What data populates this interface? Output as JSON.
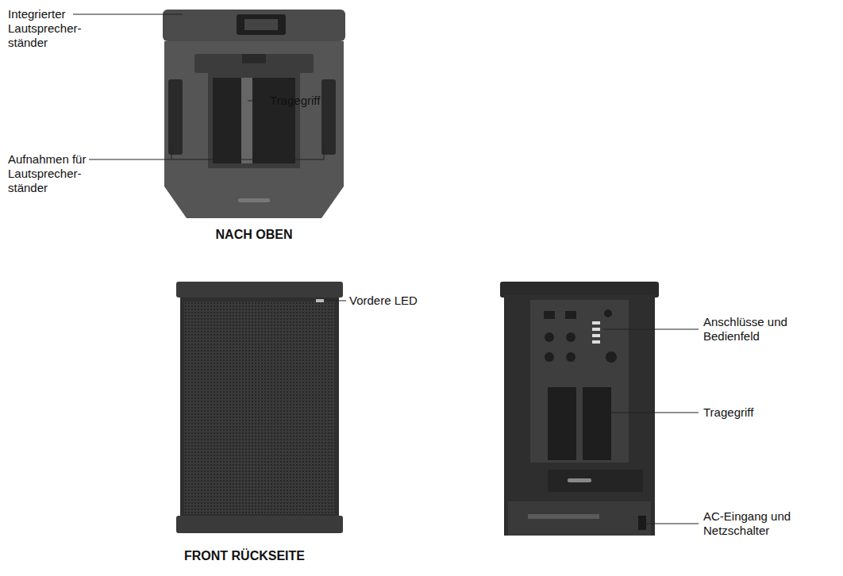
{
  "diagram": {
    "labels": [
      "Integrierter Lautsprecher- ständer",
      "Tragegriff",
      "Aufnahmen für Lautsprecher- ständer",
      "NACH OBEN",
      "Vordere LED",
      "Anschlüsse und Bedienfeld",
      "Tragegriff",
      "AC-Eingang und Netzschalter",
      "FRONT RÜCKSEITE"
    ]
  }
}
